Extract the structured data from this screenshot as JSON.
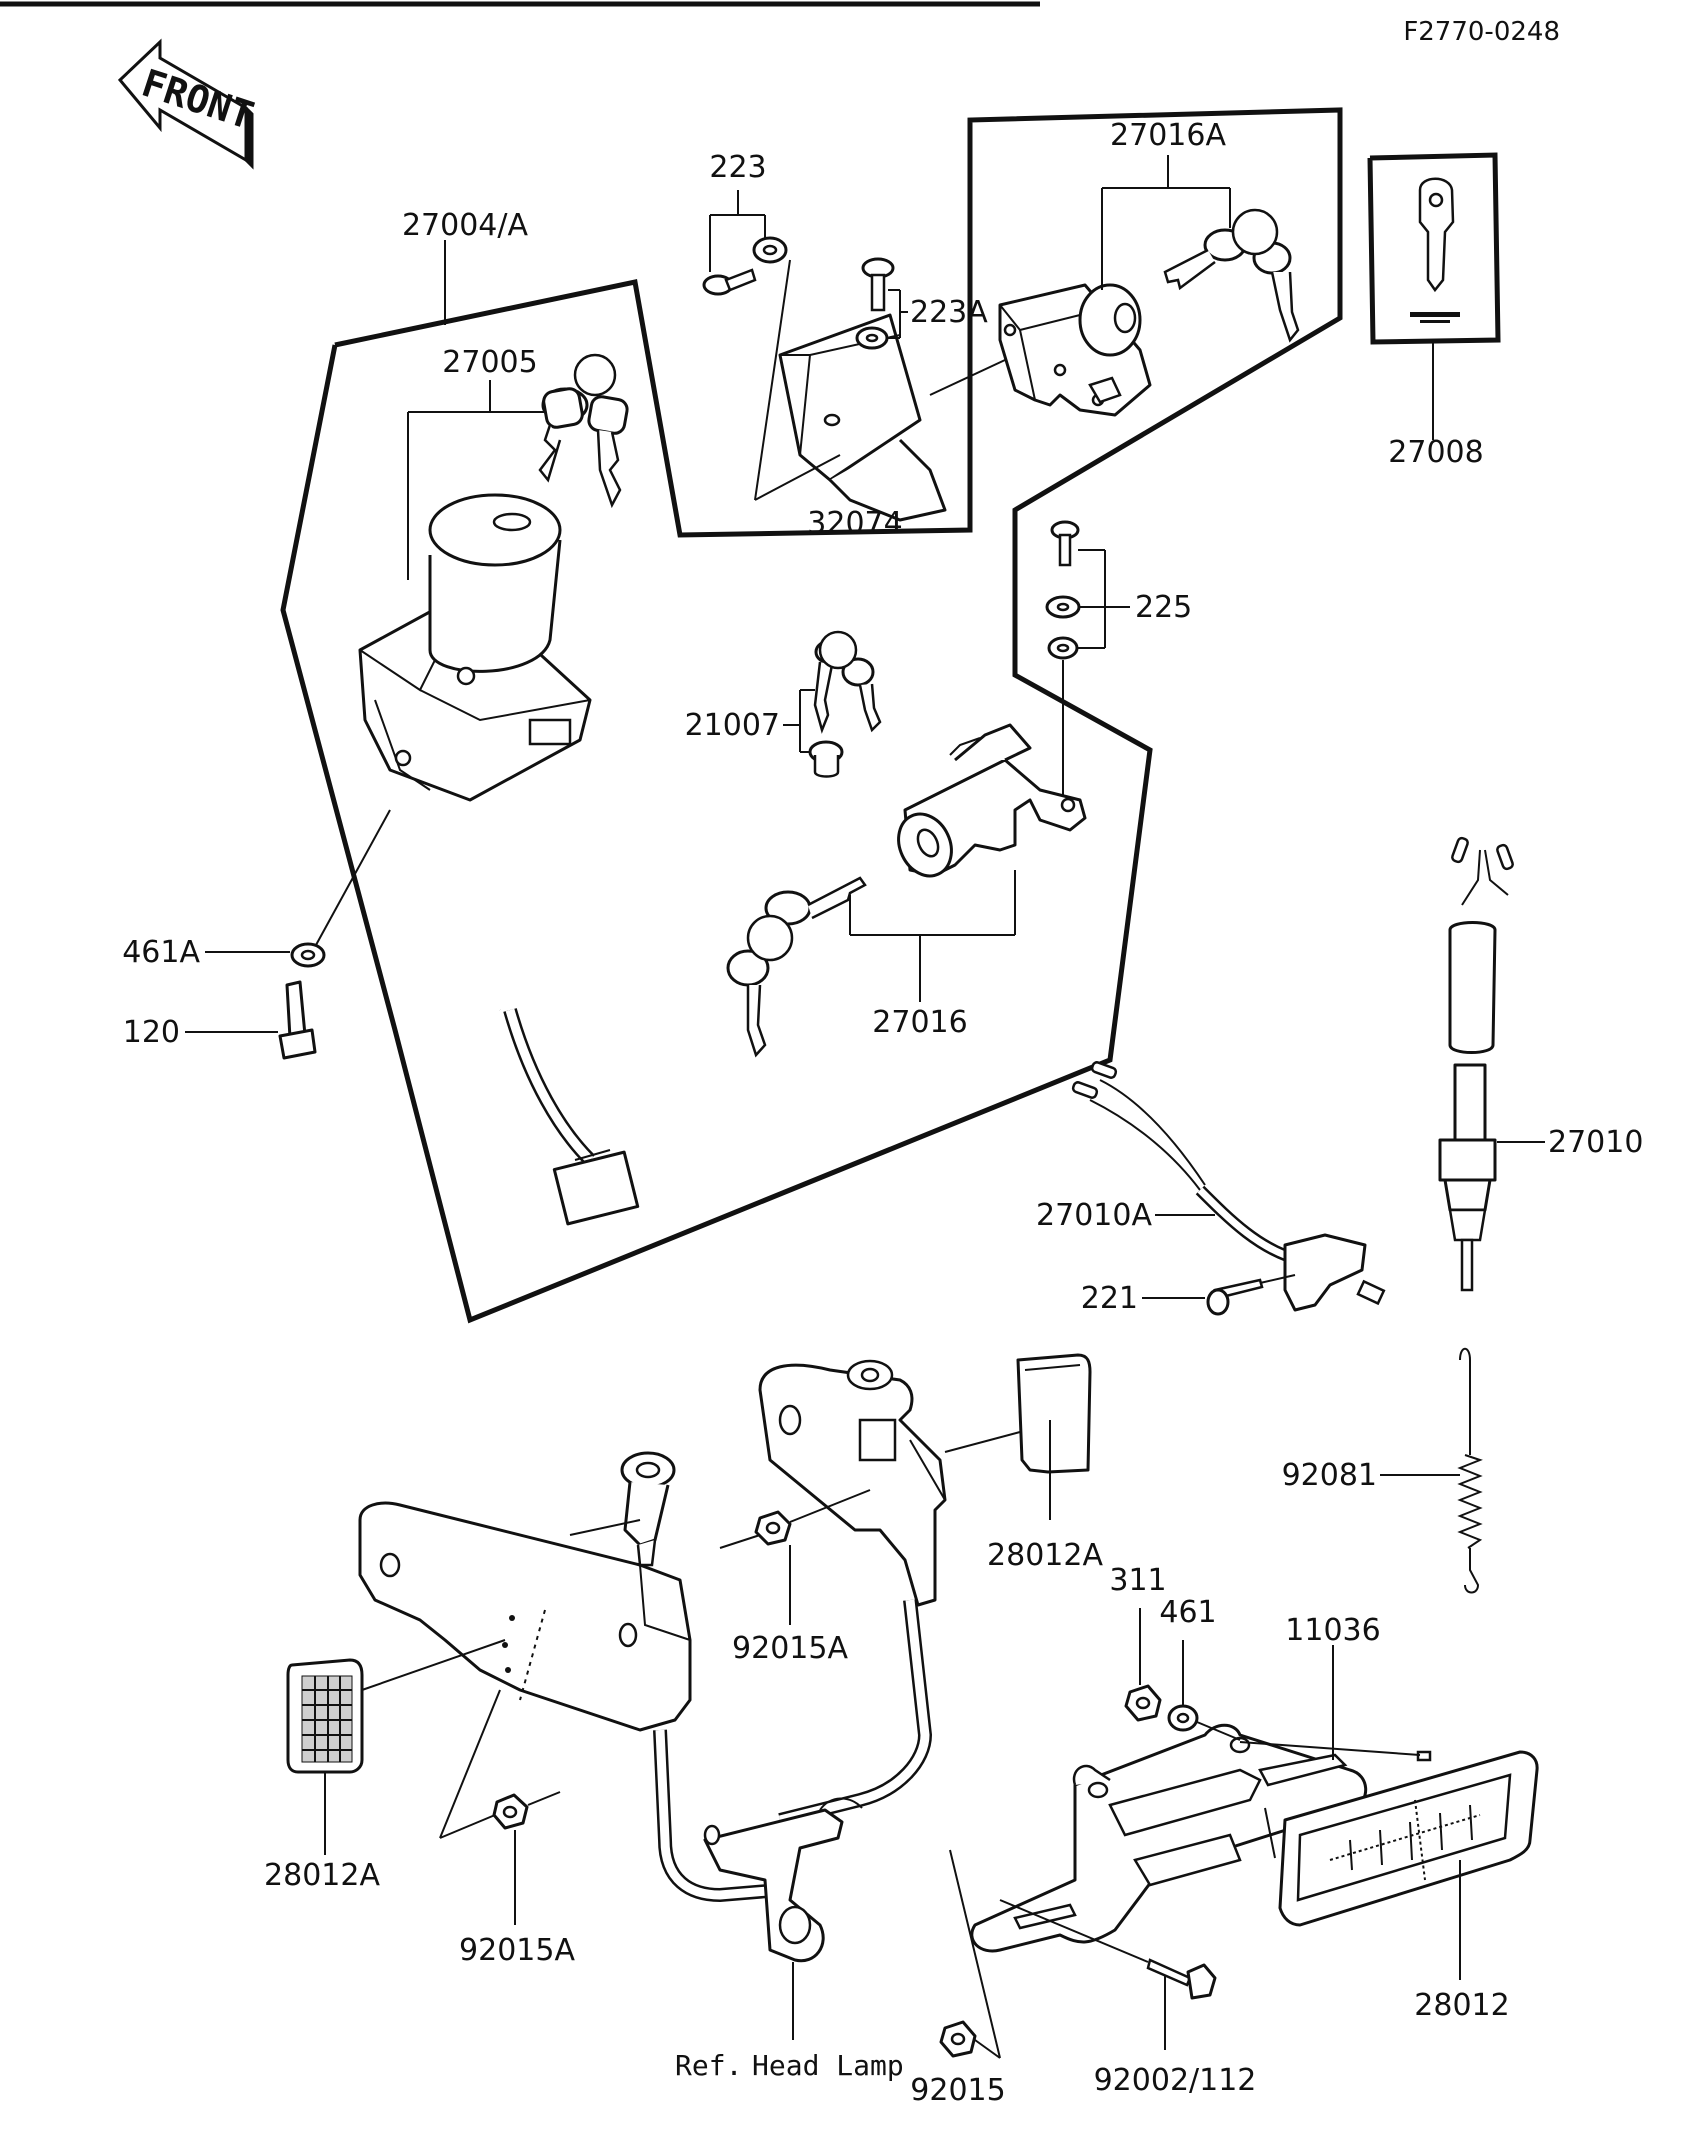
{
  "figure_code": "F2770-0248",
  "front_label": "FRONT",
  "icons": {
    "front_arrow": "front-arrow-icon",
    "key": "key-icon"
  },
  "parts": {
    "p27004A": "27004/A",
    "p27005": "27005",
    "p223": "223",
    "p223A": "223A",
    "p27016A": "27016A",
    "p27008": "27008",
    "p32074": "32074",
    "p225": "225",
    "p21007": "21007",
    "p461A": "461A",
    "p120": "120",
    "p27016": "27016",
    "p27010": "27010",
    "p27010A": "27010A",
    "p221": "221",
    "p92081": "92081",
    "p28012A_top": "28012A",
    "p92015A_mid": "92015A",
    "p311": "311",
    "p461": "461",
    "p11036": "11036",
    "p28012A_left": "28012A",
    "p92015A_bottom": "92015A",
    "p28012": "28012",
    "p92015": "92015",
    "p92002_112": "92002/112"
  },
  "reference": {
    "prefix": "Ref.",
    "text": "Head Lamp"
  }
}
